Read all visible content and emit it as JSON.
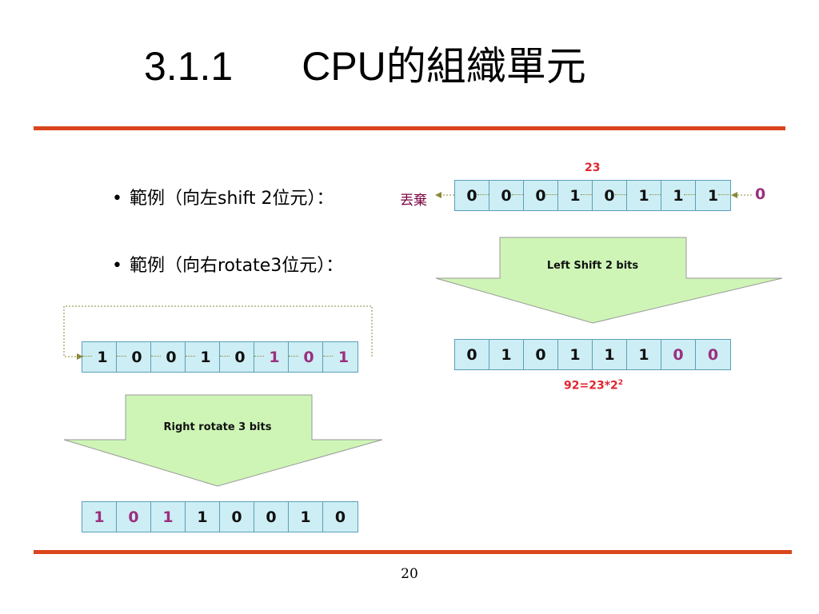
{
  "title": {
    "number": "3.1.1",
    "text": "CPU的組織單元"
  },
  "bullets": [
    {
      "label": "範例（向左shift 2位元）："
    },
    {
      "label": "範例（向右rotate3位元）："
    }
  ],
  "shift_example": {
    "discard_label": "丟棄",
    "value_label": "23",
    "input_bit": "0",
    "before": [
      "0",
      "0",
      "0",
      "1",
      "0",
      "1",
      "1",
      "1"
    ],
    "arrow_label": "Left Shift 2 bits",
    "after": [
      "0",
      "1",
      "0",
      "1",
      "1",
      "1",
      "0",
      "0"
    ],
    "result_label_base": "92=23*2",
    "result_label_exp": "2"
  },
  "rotate_example": {
    "before": [
      "1",
      "0",
      "0",
      "1",
      "0",
      "1",
      "0",
      "1"
    ],
    "arrow_label": "Right rotate 3 bits",
    "after": [
      "1",
      "0",
      "1",
      "1",
      "0",
      "0",
      "1",
      "0"
    ]
  },
  "page_number": "20",
  "colors": {
    "rule": "#d9451c",
    "cell": "#cdeef4",
    "arrow_fill": "#cef5b6",
    "highlight": "#9b2f7f",
    "red": "#e0252f"
  }
}
